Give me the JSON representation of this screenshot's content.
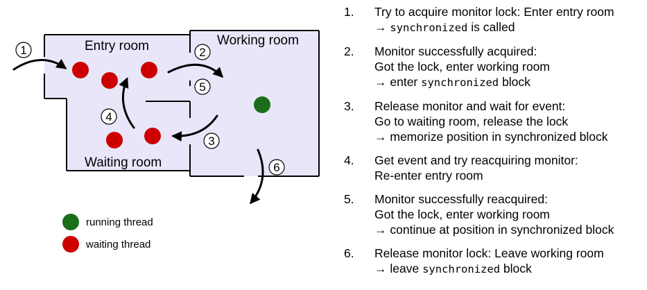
{
  "diagram": {
    "rooms": {
      "entry": "Entry room",
      "working": "Working room",
      "waiting": "Waiting room"
    },
    "arrow_numbers": [
      "1",
      "2",
      "3",
      "4",
      "5",
      "6"
    ],
    "colors": {
      "room_fill": "#e8e6f8",
      "room_border": "#000000",
      "running": "#1a6e1a",
      "waiting": "#cc0000"
    }
  },
  "legend": {
    "running": "running thread",
    "waiting": "waiting thread"
  },
  "steps": [
    {
      "num": "1.",
      "lines": [
        [
          {
            "t": "Try to acquire monitor lock: Enter entry room"
          }
        ],
        [
          {
            "t": "→ "
          },
          {
            "t": "synchronized",
            "mono": true
          },
          {
            "t": " is called"
          }
        ]
      ]
    },
    {
      "num": "2.",
      "lines": [
        [
          {
            "t": "Monitor successfully acquired:"
          }
        ],
        [
          {
            "t": "Got the lock, enter working room"
          }
        ],
        [
          {
            "t": "→ enter "
          },
          {
            "t": "synchronized",
            "mono": true
          },
          {
            "t": " block"
          }
        ]
      ]
    },
    {
      "num": "3.",
      "lines": [
        [
          {
            "t": "Release monitor and wait for event:"
          }
        ],
        [
          {
            "t": "Go to waiting room, release the lock"
          }
        ],
        [
          {
            "t": "→ memorize position in synchronized block"
          }
        ]
      ]
    },
    {
      "num": "4.",
      "lines": [
        [
          {
            "t": "Get event and try reacquiring monitor:"
          }
        ],
        [
          {
            "t": "Re-enter entry room"
          }
        ]
      ]
    },
    {
      "num": "5.",
      "lines": [
        [
          {
            "t": "Monitor successfully reacquired:"
          }
        ],
        [
          {
            "t": "Got the lock, enter working room"
          }
        ],
        [
          {
            "t": "→ continue at position in synchronized block"
          }
        ]
      ]
    },
    {
      "num": "6.",
      "lines": [
        [
          {
            "t": "Release monitor lock: Leave working room"
          }
        ],
        [
          {
            "t": "→ leave "
          },
          {
            "t": "synchronized",
            "mono": true
          },
          {
            "t": " block"
          }
        ]
      ]
    }
  ]
}
